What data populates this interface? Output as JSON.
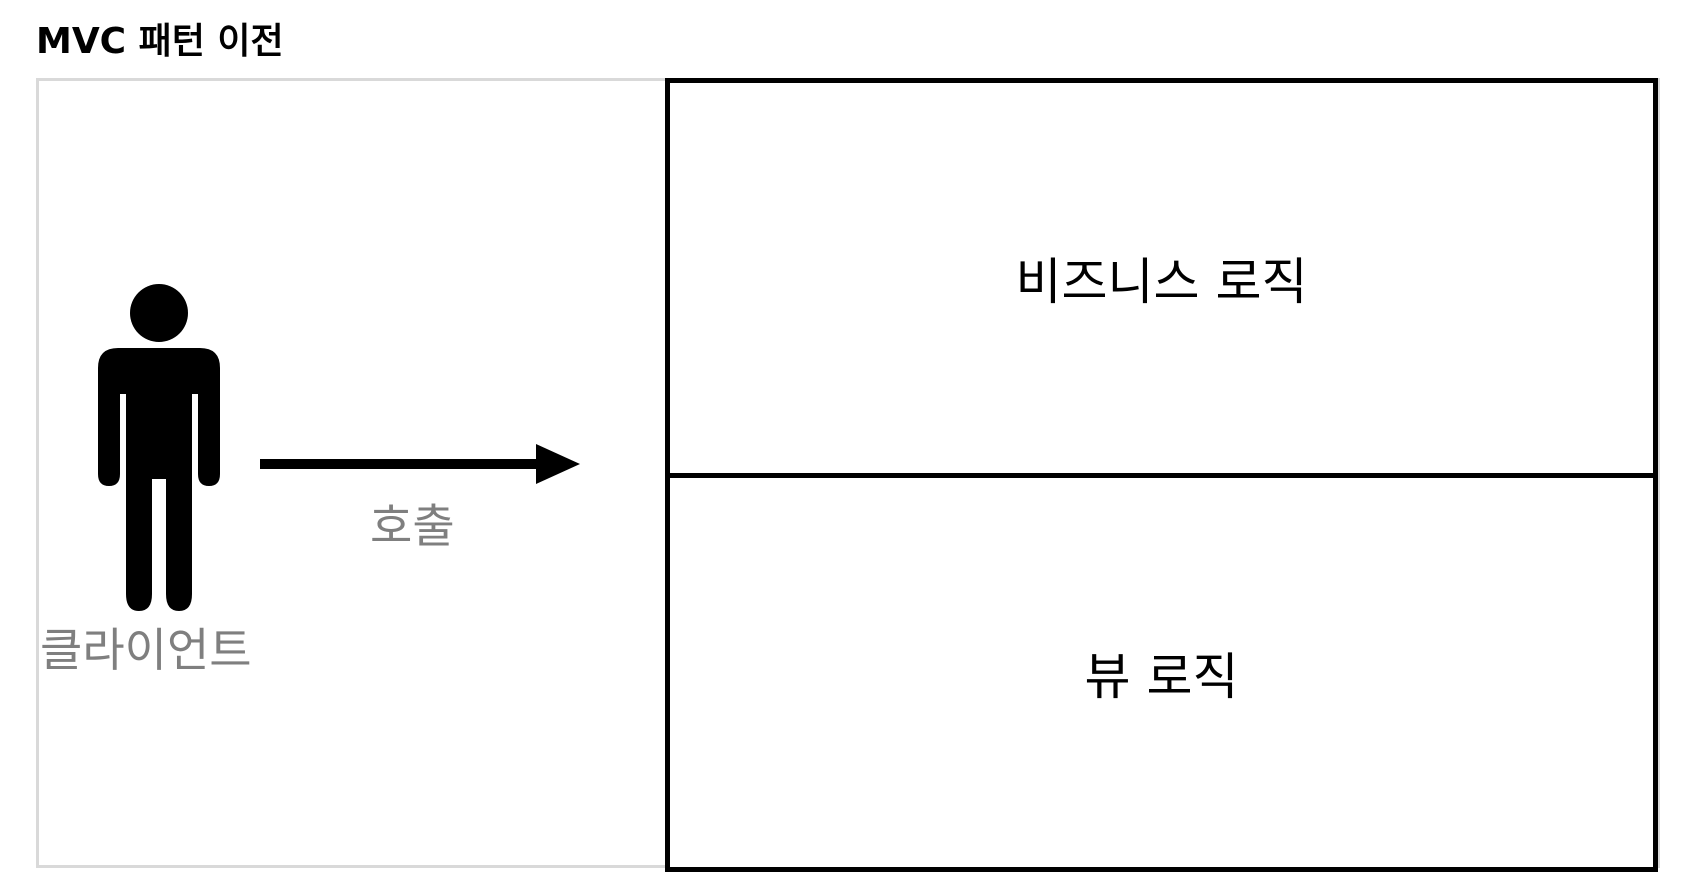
{
  "title": "MVC 패턴 이전",
  "client": {
    "label": "클라이언트",
    "icon": "person-icon"
  },
  "call": {
    "label": "호출",
    "icon": "arrow-right-icon"
  },
  "application": {
    "sections": [
      {
        "label": "비즈니스 로직"
      },
      {
        "label": "뷰 로직"
      }
    ]
  },
  "colors": {
    "text": "#000000",
    "muted_text": "#7f7f7f",
    "frame_border": "#d9d9d9",
    "box_border": "#000000"
  }
}
